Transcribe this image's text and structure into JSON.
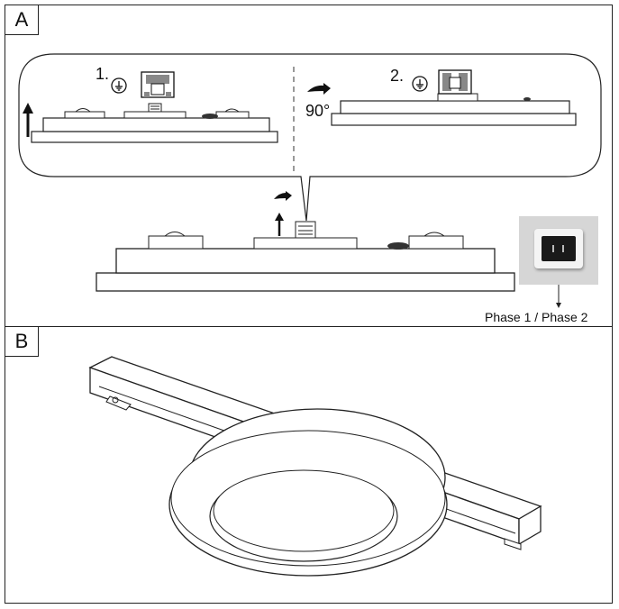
{
  "panels": {
    "a": {
      "label": "A"
    },
    "b": {
      "label": "B"
    }
  },
  "steps": [
    {
      "number": "1.",
      "icon": "ground-symbol-icon"
    },
    {
      "number": "2.",
      "icon": "ground-symbol-icon"
    }
  ],
  "rotation_label": "90°",
  "switch_caption": "Phase 1 / Phase 2",
  "icons": [
    "up-arrow-icon",
    "curved-arrow-icon",
    "ground-symbol-icon",
    "track-adapter-icon",
    "phase-switch-photo",
    "down-arrow-icon"
  ]
}
